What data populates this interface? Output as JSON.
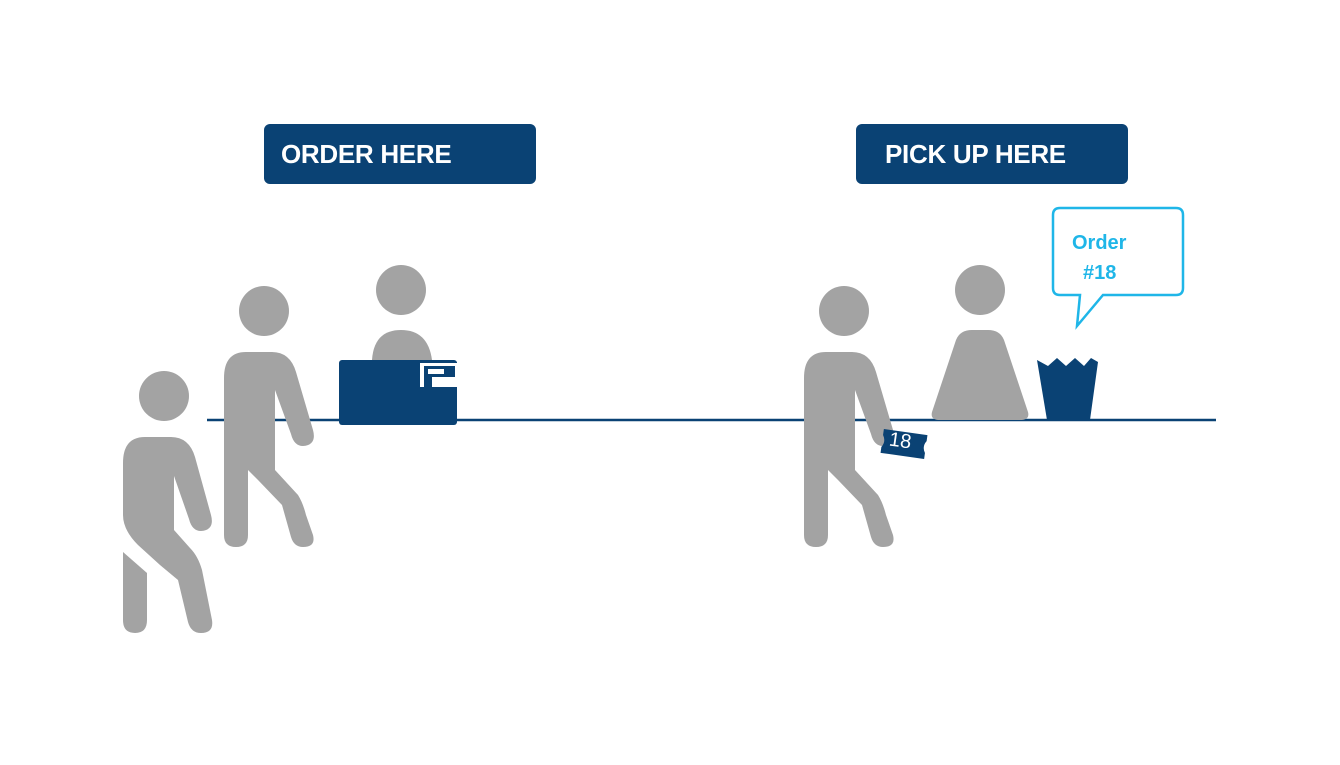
{
  "signs": {
    "order": "ORDER HERE",
    "pickup": "PICK UP HERE"
  },
  "speech_bubble": {
    "line1": "Order",
    "line2": "#18"
  },
  "ticket": {
    "number": "18"
  },
  "colors": {
    "navy": "#0a4274",
    "person_gray": "#a3a3a3",
    "bubble_cyan": "#1fb6e8",
    "background": "#ffffff"
  },
  "icons": [
    "person-icon",
    "cash-register-icon",
    "ticket-icon",
    "popcorn-bucket-icon",
    "speech-bubble-icon"
  ]
}
